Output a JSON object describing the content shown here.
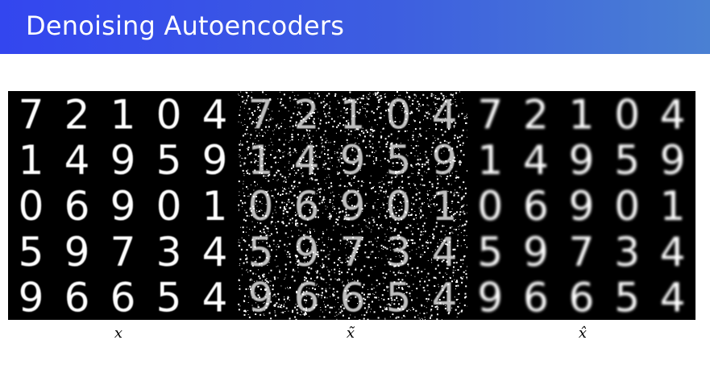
{
  "slide": {
    "title": "Denoising Autoencoders"
  },
  "panels": [
    {
      "name": "original",
      "label": "x",
      "digits": [
        [
          "7",
          "2",
          "1",
          "0",
          "4"
        ],
        [
          "1",
          "4",
          "9",
          "5",
          "9"
        ],
        [
          "0",
          "6",
          "9",
          "0",
          "1"
        ],
        [
          "5",
          "9",
          "7",
          "3",
          "4"
        ],
        [
          "9",
          "6",
          "6",
          "5",
          "4"
        ]
      ]
    },
    {
      "name": "noisy",
      "label": "x̃",
      "digits": [
        [
          "7",
          "2",
          "1",
          "0",
          "4"
        ],
        [
          "1",
          "4",
          "9",
          "5",
          "9"
        ],
        [
          "0",
          "6",
          "9",
          "0",
          "1"
        ],
        [
          "5",
          "9",
          "7",
          "3",
          "4"
        ],
        [
          "9",
          "6",
          "6",
          "5",
          "4"
        ]
      ]
    },
    {
      "name": "reconstructed",
      "label": "x̂",
      "digits": [
        [
          "7",
          "2",
          "1",
          "0",
          "4"
        ],
        [
          "1",
          "4",
          "9",
          "5",
          "9"
        ],
        [
          "0",
          "6",
          "9",
          "0",
          "1"
        ],
        [
          "5",
          "9",
          "7",
          "3",
          "4"
        ],
        [
          "9",
          "6",
          "6",
          "5",
          "4"
        ]
      ]
    }
  ],
  "colors": {
    "title_bar_start": "#3346ef",
    "title_bar_end": "#4a80d3",
    "digit": "#ffffff",
    "background": "#000000"
  }
}
